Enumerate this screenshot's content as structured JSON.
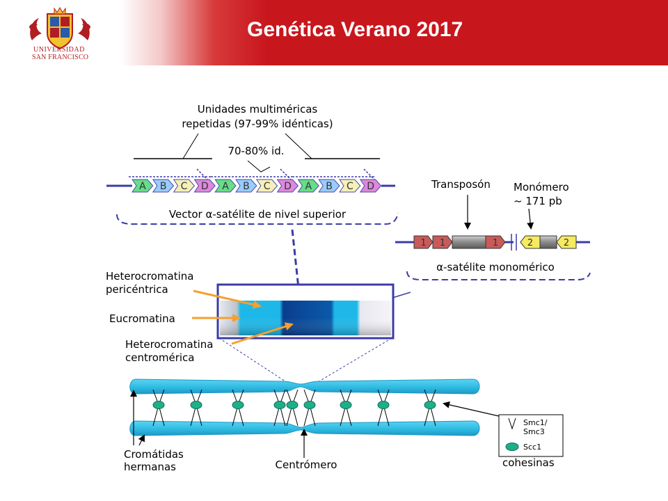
{
  "header": {
    "title": "Genética Verano 2017",
    "logo_line1": "UNIVERSIDAD",
    "logo_line2": "SAN FRANCISCO"
  },
  "colors": {
    "header_red": "#c8161d",
    "unit_A": "#66dd88",
    "unit_B": "#99ccff",
    "unit_C": "#f5f0b8",
    "unit_D": "#dd88dd",
    "mono_red": "#c85a5a",
    "mono_yellow": "#f5ea60",
    "chromatid": "#3cc4e8",
    "cohesin": "#1fae8a",
    "line_blue": "#3b3ba8",
    "arrow_orange": "#f5a030"
  },
  "top": {
    "units_label_line1": "Unidades multiméricas",
    "units_label_line2": "repetidas (97-99% idénticas)",
    "identity_label": "70-80% id.",
    "units": [
      "A",
      "B",
      "C",
      "D",
      "A",
      "B",
      "C",
      "D",
      "A",
      "B",
      "C",
      "D"
    ],
    "vector_label": "Vector α-satélite de nivel superior"
  },
  "mono": {
    "transposon_label": "Transposón",
    "monomer_label_line1": "Monómero",
    "monomer_label_line2": "~ 171 pb",
    "units": [
      "1",
      "1",
      "1",
      "2",
      "2"
    ],
    "bottom_label": "α-satélite monomérico"
  },
  "middle": {
    "label_pericentric_line1": "Heterocromatina",
    "label_pericentric_line2": "pericéntrica",
    "label_euchromatin": "Eucromatina",
    "label_centromeric_line1": "Heterocromatina",
    "label_centromeric_line2": "centromérica"
  },
  "bottom": {
    "sister_label_line1": "Cromátidas",
    "sister_label_line2": "hermanas",
    "centromere_label": "Centrómero",
    "legend_smc_line1": "Smc1/",
    "legend_smc_line2": "Smc3",
    "legend_scc": "Scc1",
    "legend_title": "cohesinas"
  }
}
